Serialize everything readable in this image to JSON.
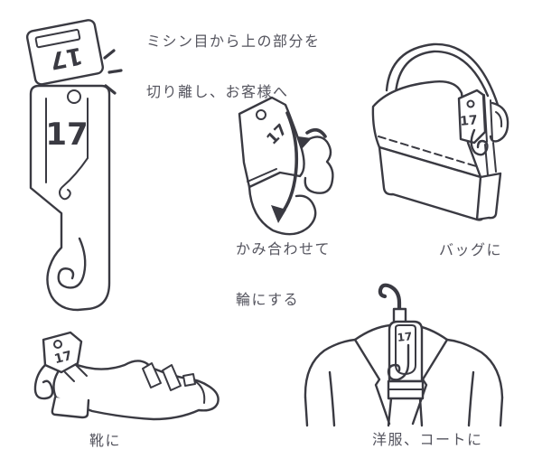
{
  "page": {
    "background": "#ffffff",
    "line_color": "#3a3a42",
    "text_color": "#54545e"
  },
  "tag": {
    "number": "17"
  },
  "annotations": {
    "tear_off_line1": "ミシン目から上の部分を",
    "tear_off_line2": "切り離し、お客様へ",
    "loop_line1": "かみ合わせて",
    "loop_line2": "輪にする",
    "bag_label": "バッグに",
    "shoe_label": "靴に",
    "coat_label": "洋服、コートに"
  },
  "illustrations": {
    "tag": "numbered-claim-tag-with-tear-off-stub-and-hook",
    "loop": "tag-bent-into-loop-with-fold-arrows",
    "bag": "handbag-with-tag-looped-on-handle",
    "shoe": "shoe-with-tag-looped-on-heel-strap",
    "coat": "coat-on-hanger-with-tag-on-hook"
  }
}
